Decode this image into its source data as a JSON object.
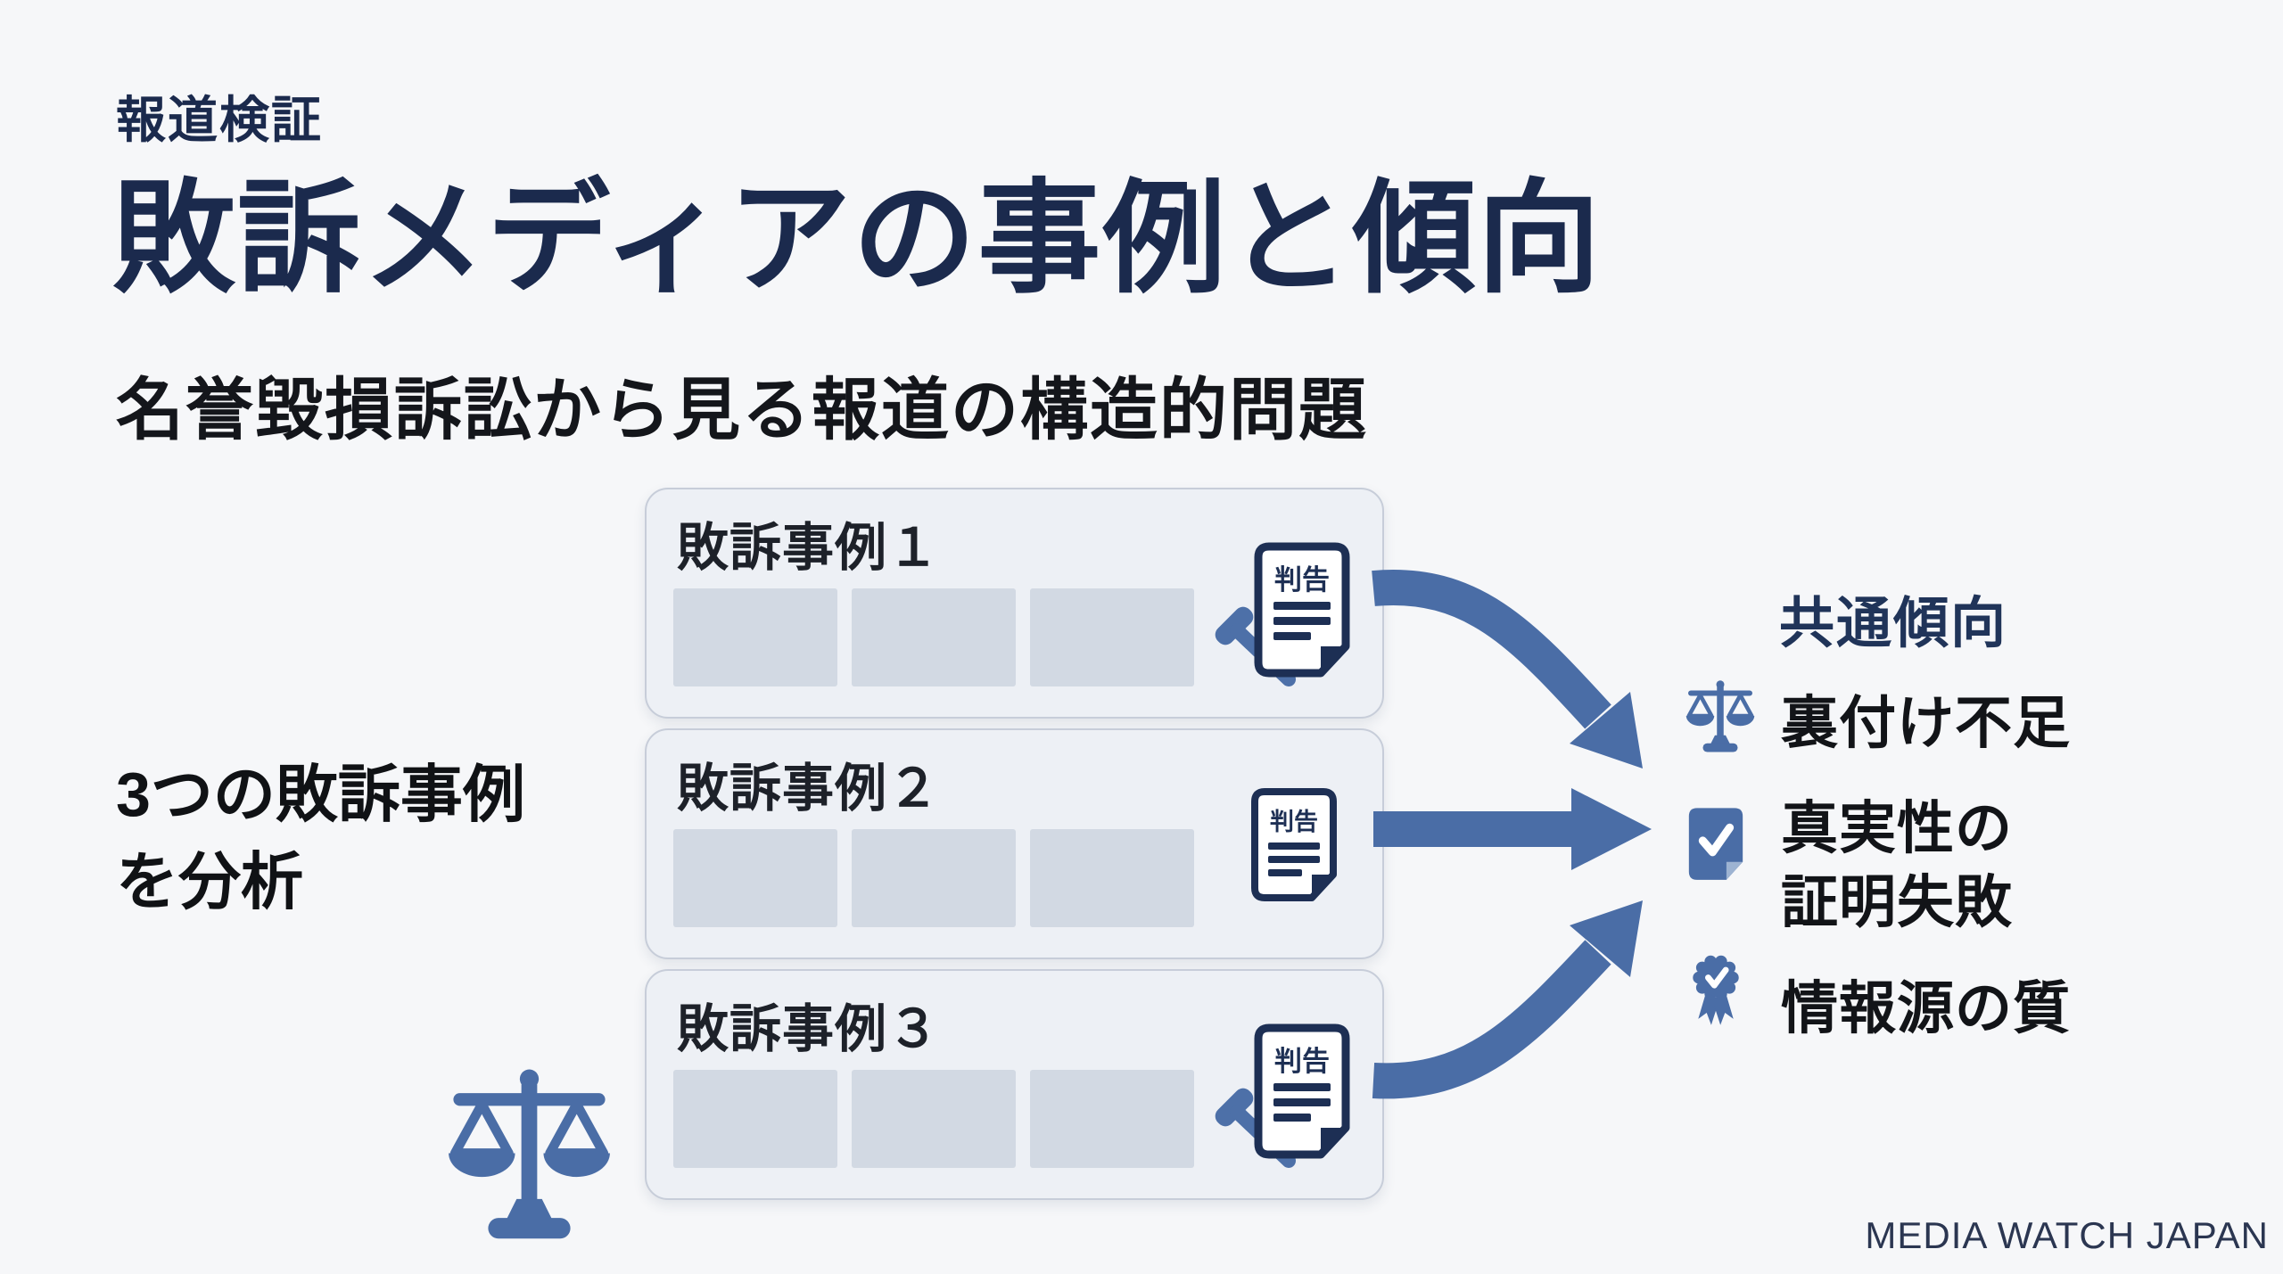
{
  "page": {
    "eyebrow": "報道検証",
    "title": "敗訴メディアの事例と傾向",
    "subtitle": "名誉毀損訴訟から見る報道の構造的問題",
    "footer": "MEDIA WATCH JAPAN"
  },
  "left_note": {
    "text": "3つの敗訴事例\nを分析"
  },
  "cases": [
    {
      "label": "敗訴事例１",
      "doc_label": "判告",
      "icon": "judgment-document-gavel-icon",
      "placeholders": 3
    },
    {
      "label": "敗訴事例２",
      "doc_label": "判告",
      "icon": "judgment-document-icon",
      "placeholders": 3
    },
    {
      "label": "敗訴事例３",
      "doc_label": "判告",
      "icon": "judgment-document-gavel-icon",
      "placeholders": 3
    }
  ],
  "trends": {
    "heading": "共通傾向",
    "items": [
      {
        "icon": "scales-icon",
        "label": "裏付け不足"
      },
      {
        "icon": "check-document-icon",
        "label": "真実性の\n証明失敗"
      },
      {
        "icon": "award-ribbon-icon",
        "label": "情報源の質"
      }
    ]
  },
  "colors": {
    "background": "#f6f7f9",
    "navy_title": "#1b2a4d",
    "doc_navy": "#1d2f54",
    "accent_blue": "#4a6da6",
    "text_black": "#14161b",
    "card_background": "#edf0f5",
    "card_border": "#c7cdd9",
    "placeholder_gray": "#d2d9e3"
  }
}
